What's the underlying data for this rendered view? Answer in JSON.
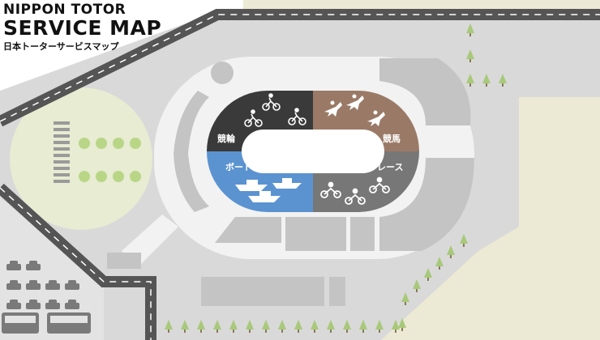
{
  "title": {
    "line1": "NIPPON TOTOR",
    "line2": "SERVICE MAP",
    "line3": "日本トーターサービスマップ"
  },
  "zones": {
    "keirin": {
      "label": "競輪",
      "color": "#3a3a3a",
      "icon": "bicycle-icon"
    },
    "keiba": {
      "label": "競馬",
      "color": "#9a7a66",
      "icon": "horse-racing-icon"
    },
    "boat": {
      "label": "ボートレース",
      "color": "#5b93d1",
      "icon": "speedboat-icon"
    },
    "auto": {
      "label": "オートレース",
      "color": "#777777",
      "icon": "motorcycle-icon"
    }
  },
  "colors": {
    "lot": "#d9d9d9",
    "building": "#c4c4c4",
    "road": "#555555",
    "park": "#ece9d4",
    "tree": "#a8c97a",
    "bush": "#b9d687"
  }
}
